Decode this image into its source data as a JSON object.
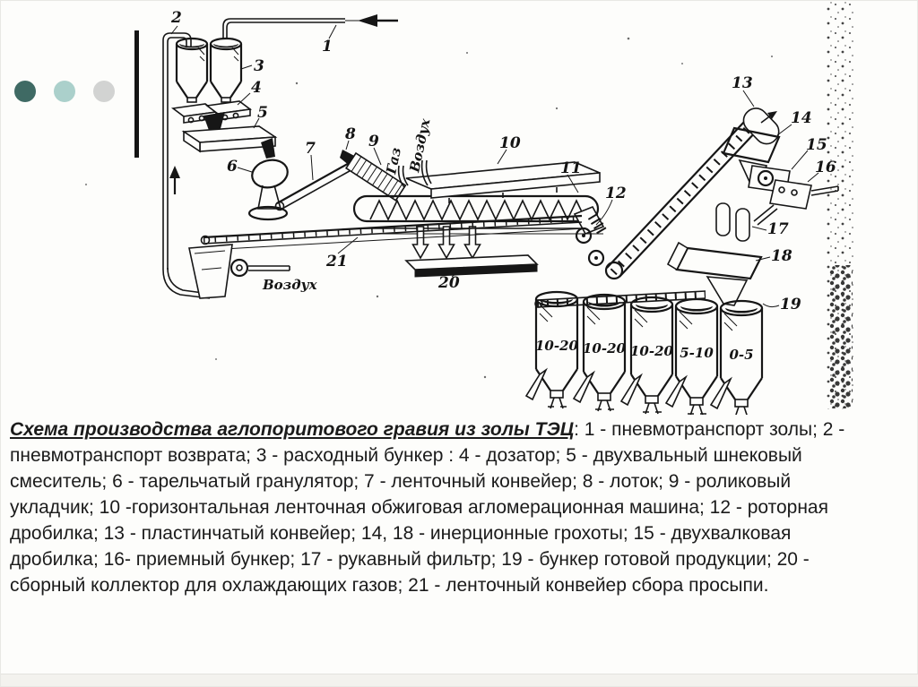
{
  "slide": {
    "accent_dots": [
      {
        "name": "dark-teal-dot",
        "color": "#3f6a64"
      },
      {
        "name": "light-teal-dot",
        "color": "#abd0cb"
      },
      {
        "name": "gray-dot",
        "color": "#d2d3d2"
      }
    ]
  },
  "diagram": {
    "numbers": {
      "n1": "1",
      "n2": "2",
      "n3": "3",
      "n4": "4",
      "n5": "5",
      "n6": "6",
      "n7": "7",
      "n8": "8",
      "n9": "9",
      "n10": "10",
      "n11": "11",
      "n12": "12",
      "n13": "13",
      "n14": "14",
      "n15": "15",
      "n16": "16",
      "n17": "17",
      "n18": "18",
      "n19": "19",
      "n20": "20",
      "n21": "21"
    },
    "flow_labels": {
      "gas": "Газ",
      "air_top": "Воздух",
      "air_bottom": "Воздух"
    },
    "bins": [
      "10-20",
      "10-20",
      "10-20",
      "5-10",
      "0-5"
    ]
  },
  "caption": {
    "title": "Схема производства аглопоритового гравия из золы ТЭЦ",
    "body": ": 1 - пневмотранспорт золы; 2 - пневмотранспорт возврата; 3 - расходный бункер : 4 - дозатор; 5 - двухвальный шнековый смеситель; 6 - тарельчатый гранулятор; 7 - ленточный конвейер; 8 - лоток; 9 - роликовый укладчик; 10 -горизонтальная ленточная обжиговая агломерационная машина; 12 - роторная дробилка; 13 - пластинчатый конвейер; 14, 18 - инерционные грохоты; 15 - двухвалковая дробилка; 16- приемный бункер; 17 - рукавный фильтр; 19 - бункер готовой продукции; 20 - сборный коллектор для охлаждающих газов; 21 - ленточный конвейер сбора просыпи."
  }
}
